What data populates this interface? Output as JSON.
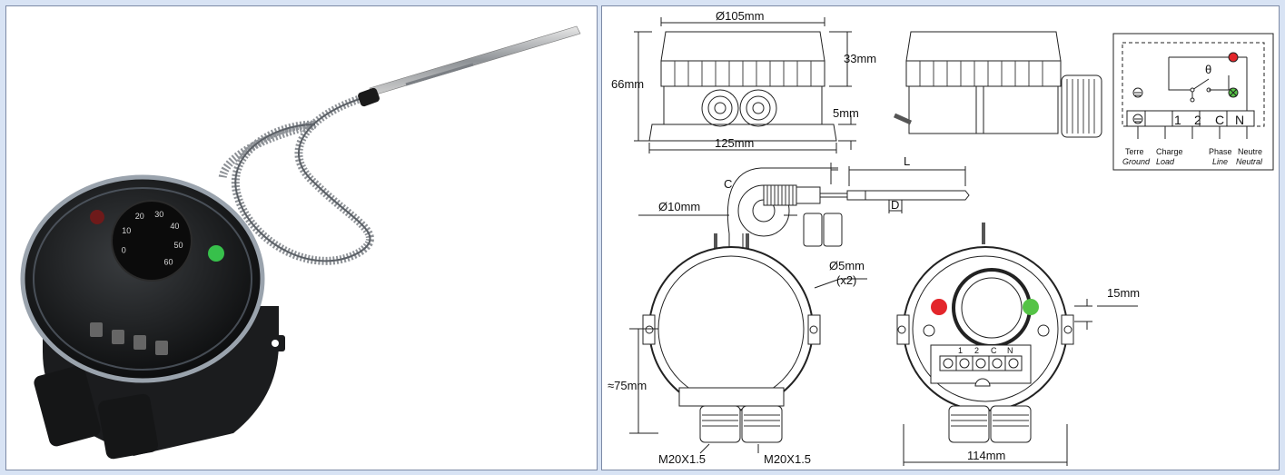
{
  "photo": {
    "subject": "capillary thermostat with clear cover",
    "dial_marks": [
      "0",
      "10",
      "20",
      "30",
      "40",
      "50",
      "60"
    ]
  },
  "dimensions": {
    "top_diameter": "Ø105mm",
    "cover_height": "33mm",
    "total_height": "66mm",
    "base_height": "5mm",
    "base_width": "125mm",
    "bulb_length": "L",
    "bulb_diameter": "D",
    "capillary": "C",
    "capillary_diameter": "Ø10mm",
    "hole_diameter": "Ø5mm",
    "hole_count": "(x2)",
    "body_height": "≈75mm",
    "gland_left": "M20X1.5",
    "gland_right": "M20X1.5",
    "tab_offset": "15mm",
    "front_width": "114mm"
  },
  "wiring": {
    "theta": "θ",
    "terminals": [
      "1",
      "2",
      "C",
      "N"
    ],
    "labels_fr": [
      "Terre",
      "Charge",
      "Phase",
      "Neutre"
    ],
    "labels_en": [
      "Ground",
      "Load",
      "Line",
      "Neutral"
    ]
  },
  "front_terminals": [
    "1",
    "2",
    "C",
    "N"
  ],
  "colors": {
    "indicator_red": "#e3262b",
    "indicator_green": "#55c346",
    "frame": "#1f3f96"
  }
}
